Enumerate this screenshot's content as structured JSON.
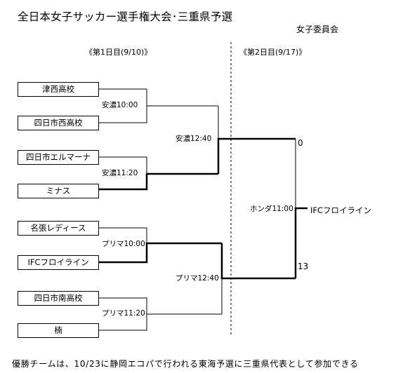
{
  "title": "全日本女子サッカー選手権大会･三重県予選",
  "organizer": "女子委員会",
  "rounds": {
    "day1": "《第1日目(9/10)》",
    "day2": "《第2日目(9/17)》"
  },
  "teams": [
    "津西高校",
    "四日市西高校",
    "四日市エルマーナ",
    "ミナス",
    "名張レディース",
    "IFCフロイライン",
    "四日市南高校",
    "楠"
  ],
  "matches": {
    "r1_m1": "安濃10:00",
    "r1_m2": "安濃11:20",
    "r1_m3": "プリマ10:00",
    "r1_m4": "プリマ11:20",
    "sf_1": "安濃12:40",
    "sf_2": "プリマ12:40",
    "final": "ホンダ11:00"
  },
  "final_scores": {
    "top": "0",
    "bottom": "13"
  },
  "champion": "IFCフロイライン",
  "note": "優勝チームは、10/23に静岡エコパで行われる東海予選に三重県代表として参加できる"
}
